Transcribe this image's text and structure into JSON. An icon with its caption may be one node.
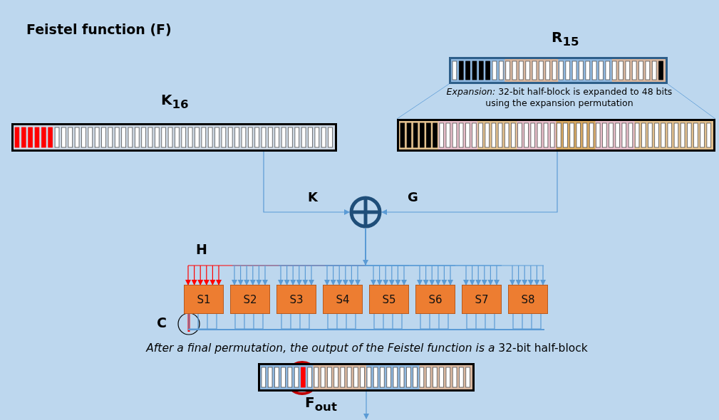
{
  "diagram": {
    "title": "Feistel function (F)",
    "nodes": [
      {
        "text": [
          "R$_{15}$"
        ]
      },
      {
        "text": [],
        "shape": "box"
      },
      {
        "text": [
          "K$_{16}$"
        ]
      },
      {
        "text": [],
        "shape": "circle"
      },
      {
        "text": [
          "S1"
        ]
      },
      {
        "text": [
          "S2"
        ]
      },
      {
        "text": [
          "S3"
        ]
      },
      {
        "text": [
          "S4"
        ]
      },
      {
        "text": [
          "S5"
        ]
      },
      {
        "text": [
          "S6"
        ]
      },
      {
        "text": [
          "S7"
        ]
      },
      {
        "text": [
          "S8"
        ]
      },
      {
        "text": [
          "F$_{out}$"
        ]
      },
      {
        "text": [],
        "shape": "bar"
      }
    ],
    "edges": [
      {
        "from": 0,
        "to": 1,
        "arrow": "none"
      },
      {
        "from": 2,
        "to": 3,
        "arrow": "to",
        "label": "K"
      },
      {
        "from": 1,
        "to": 3,
        "arrow": "to",
        "label": "G"
      },
      {
        "from": 3,
        "to": 4,
        "arrow": "to",
        "color": "#ff0000"
      },
      {
        "from": 3,
        "to": 5,
        "arrow": "to"
      },
      {
        "from": 3,
        "to": 6,
        "arrow": "to"
      },
      {
        "from": 3,
        "to": 7,
        "arrow": "to"
      },
      {
        "from": 3,
        "to": 8,
        "arrow": "to"
      },
      {
        "from": 3,
        "to": 9,
        "arrow": "to"
      },
      {
        "from": 3,
        "to": 10,
        "arrow": "to"
      },
      {
        "from": 3,
        "to": 11,
        "arrow": "to"
      },
      {
        "from": 12,
        "to": null,
        "arrow": "to"
      },
      {
        "from": 4,
        "to": 13,
        "arrow": "none"
      },
      {
        "from": 5,
        "to": 13,
        "arrow": "none"
      },
      {
        "from": 6,
        "to": 13,
        "arrow": "none"
      },
      {
        "from": 7,
        "to": 13,
        "arrow": "none"
      },
      {
        "from": 8,
        "to": 13,
        "arrow": "none"
      },
      {
        "from": 9,
        "to": 13,
        "arrow": "none"
      },
      {
        "from": 10,
        "to": 13,
        "arrow": "none"
      },
      {
        "from": 11,
        "to": 13,
        "arrow": "none"
      }
    ],
    "labels": [
      "*Expansion:* 32-bit half-block is expanded to 48 bits using the expansion permutation",
      "H",
      "C",
      "*After a final permutation, the output of the Feistel function is a* 32-bit half-block"
    ]
  }
}
